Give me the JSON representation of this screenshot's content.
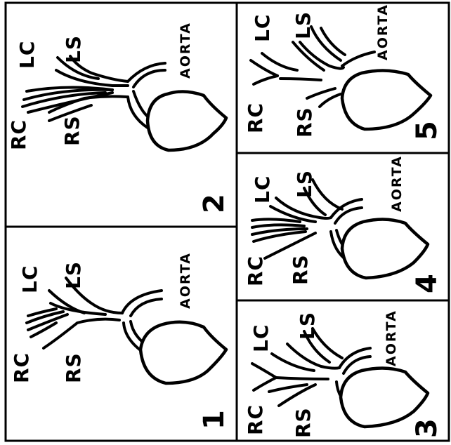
{
  "labels": {
    "rc": "RC",
    "lc": "LC",
    "ls": "LS",
    "rs": "RS",
    "aorta": "AORTA"
  },
  "panels": [
    {
      "number": "1",
      "name": "panel-1"
    },
    {
      "number": "2",
      "name": "panel-2"
    },
    {
      "number": "3",
      "name": "panel-3"
    },
    {
      "number": "4",
      "name": "panel-4"
    },
    {
      "number": "5",
      "name": "panel-5"
    }
  ],
  "colors": {
    "ink": "#000000",
    "background": "#ffffff"
  }
}
